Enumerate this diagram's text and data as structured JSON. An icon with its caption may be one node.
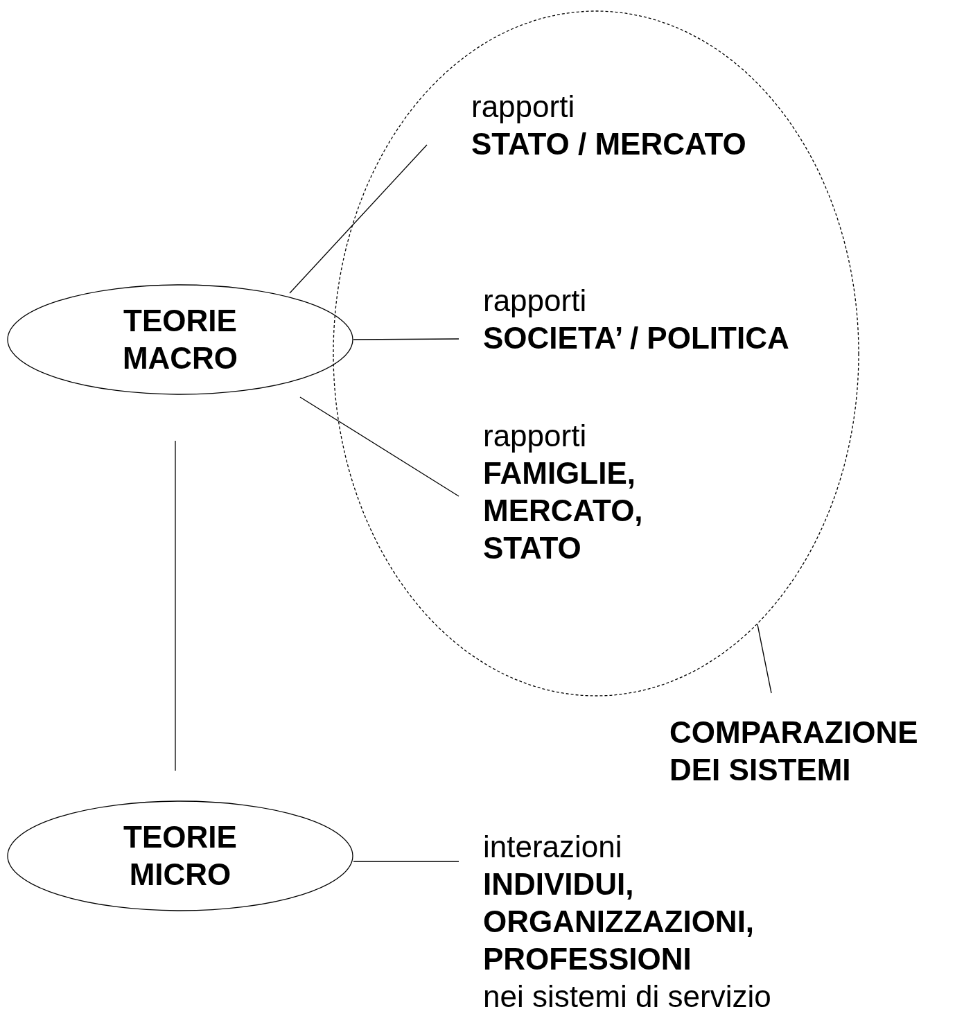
{
  "diagram": {
    "nodes": [
      {
        "text": [
          "TEORIE MACRO"
        ]
      },
      {
        "text": [],
        "shape": "ellipse"
      },
      {
        "text": [
          "rapporti",
          "STATO / MERCATO"
        ],
        "in": 1
      },
      {
        "text": [
          "rapporti",
          "SOCIETA’ / POLITICA"
        ],
        "in": 1
      },
      {
        "text": [
          "rapporti",
          "FAMIGLIE, MERCATO, STATO"
        ],
        "in": 1
      },
      {
        "text": [
          "COMPARAZIONE DEI SISTEMI"
        ]
      },
      {
        "text": [
          "TEORIE MICRO"
        ]
      },
      {
        "text": [
          "interazioni",
          "INDIVIDUI, ORGANIZZAZIONI, PROFESSIONI",
          "nei sistemi di servizio"
        ]
      }
    ],
    "edges": [
      {
        "from": 0,
        "to": 2,
        "arrow": "none"
      },
      {
        "from": 0,
        "to": 3,
        "arrow": "none"
      },
      {
        "from": 0,
        "to": 4,
        "arrow": "none"
      },
      {
        "from": 1,
        "to": 5,
        "arrow": "none"
      },
      {
        "from": 0,
        "to": 6,
        "arrow": "none"
      },
      {
        "from": 6,
        "to": 7,
        "arrow": "none"
      }
    ]
  }
}
